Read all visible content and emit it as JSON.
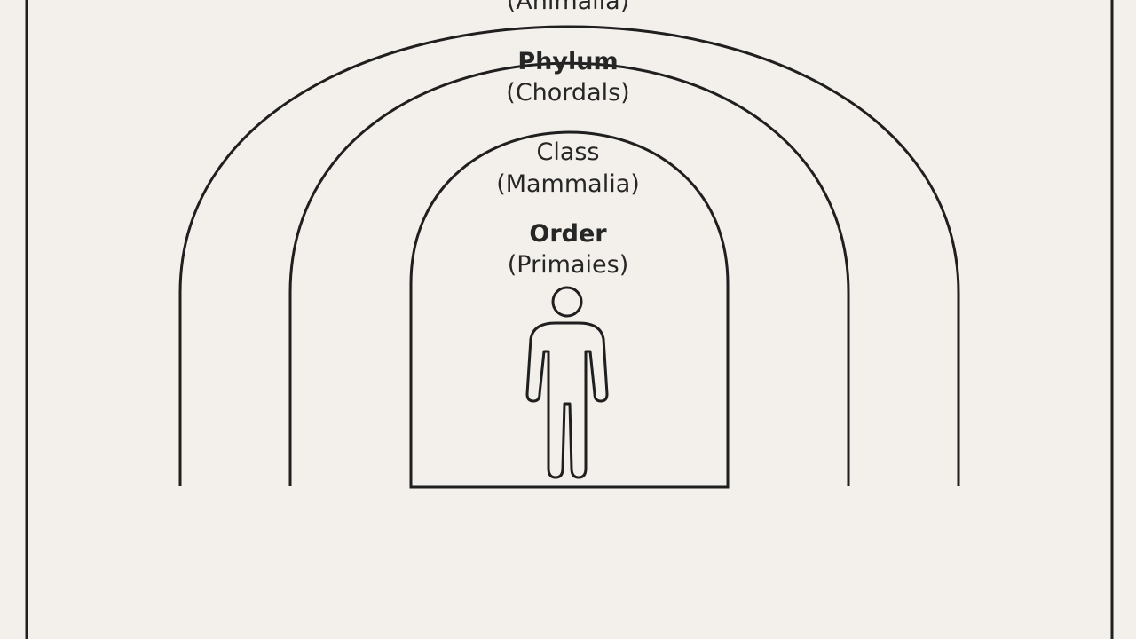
{
  "levels": [
    {
      "rank": "",
      "taxon": "(Animalia)"
    },
    {
      "rank": "Phylum",
      "taxon": "(Chordals)"
    },
    {
      "rank": "Class",
      "taxon": "(Mammalia)"
    },
    {
      "rank": "Order",
      "taxon": "(Primaies)"
    }
  ]
}
